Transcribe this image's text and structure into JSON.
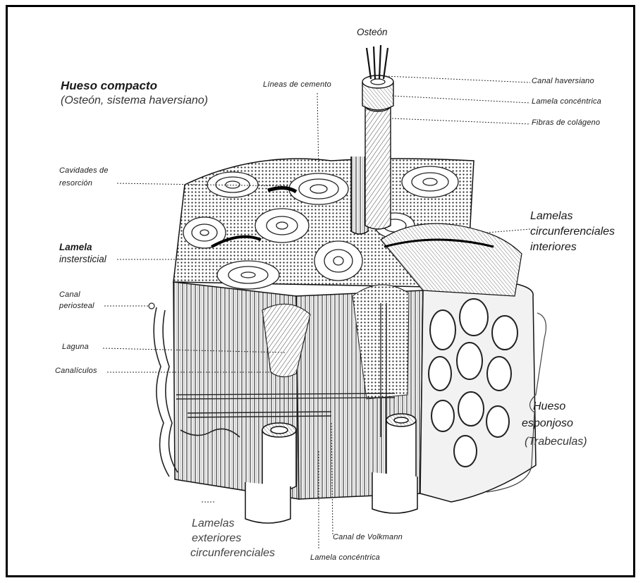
{
  "headings": {
    "compact": "Hueso compacto",
    "compact_sub": "(Osteón, sistema haversiano)",
    "spongy": "Hueso",
    "spongy_line2": "esponjoso",
    "spongy_sub": "(Trabeculas)"
  },
  "labels": {
    "osteon": "Osteón",
    "canal_haversiano": "Canal haversiano",
    "lamela_concentrica_top": "Lamela concéntrica",
    "fibras_colageno": "Fibras de colágeno",
    "lineas_cemento": "Líneas de cemento",
    "cavidades_l1": "Cavidades de",
    "cavidades_l2": "resorción",
    "lamelas_circ_int_l1": "Lamelas",
    "lamelas_circ_int_l2": "circunferenciales",
    "lamelas_circ_int_l3": "interiores",
    "lamela_intersticial_l1": "Lamela",
    "lamela_intersticial_l2": "instersticial",
    "canal_periosteal_l1": "Canal",
    "canal_periosteal_l2": "periosteal",
    "laguna": "Laguna",
    "canaliculos": "Canalículos",
    "lamelas_ext_l1": "Lamelas",
    "lamelas_ext_l2": "exteriores",
    "lamelas_ext_l3": "circunferenciales",
    "canal_volkmann": "Canal de Volkmann",
    "lamela_concentrica_bottom": "Lamela concéntrica"
  }
}
